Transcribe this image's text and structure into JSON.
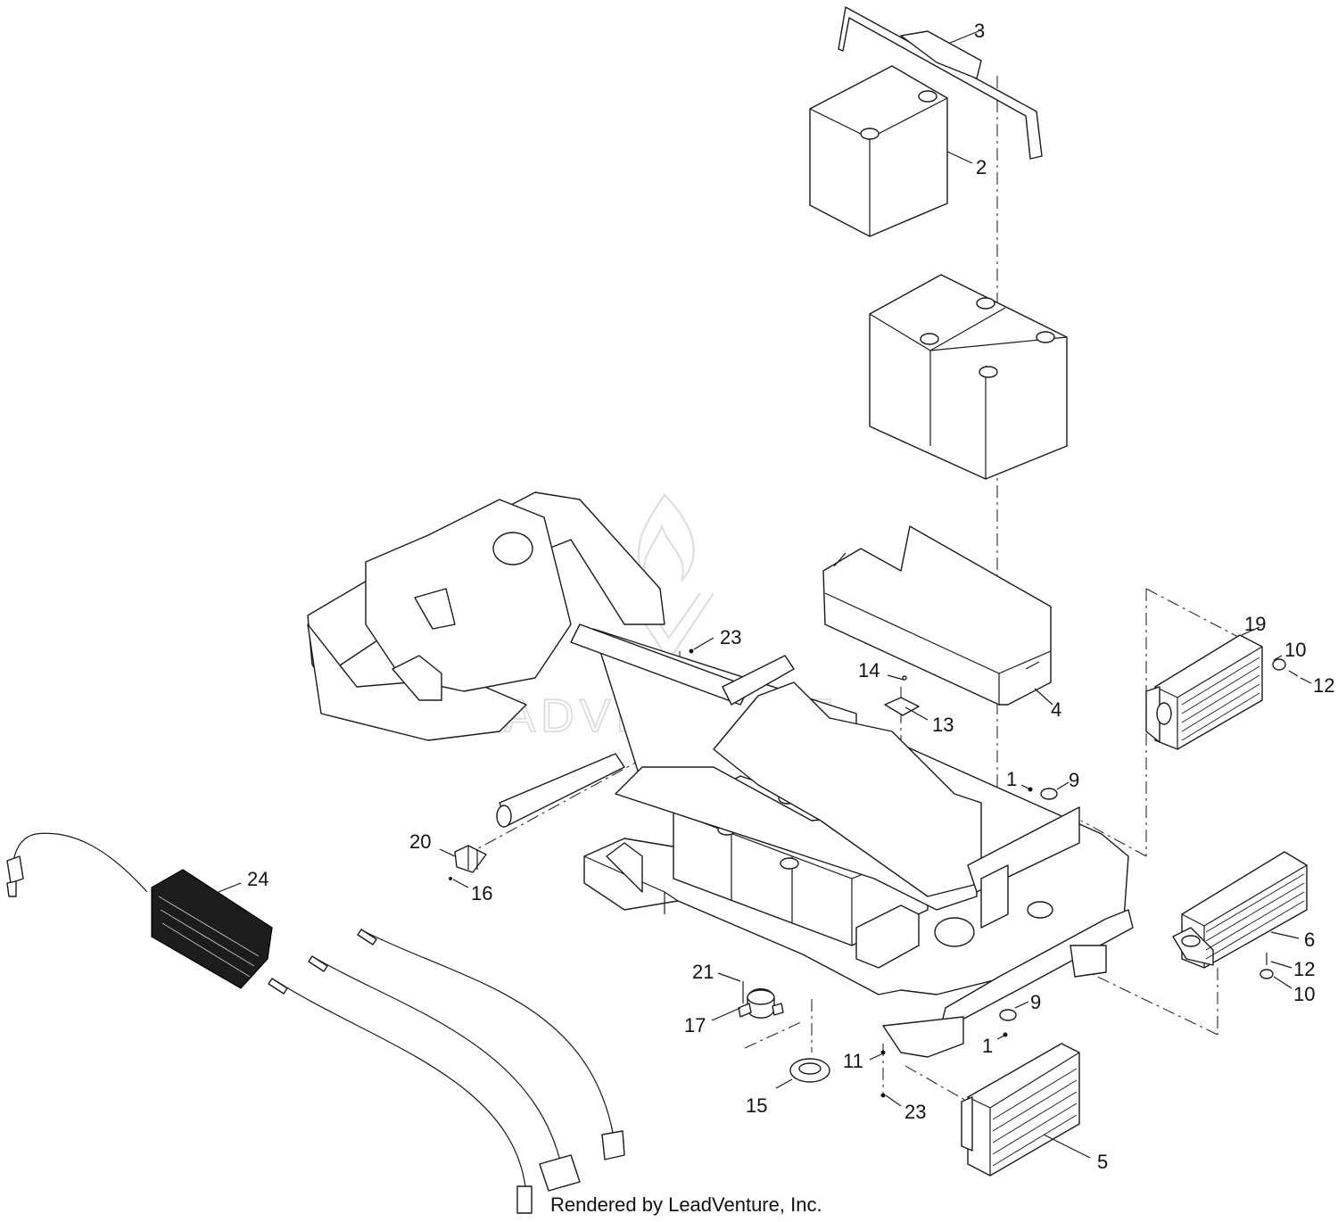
{
  "callouts": {
    "c1a": "1",
    "c1b": "1",
    "c2": "2",
    "c3": "3",
    "c4": "4",
    "c5": "5",
    "c6": "6",
    "c9a": "9",
    "c9b": "9",
    "c10a": "10",
    "c10b": "10",
    "c11": "11",
    "c12a": "12",
    "c12b": "12",
    "c13": "13",
    "c14": "14",
    "c15": "15",
    "c16": "16",
    "c17": "17",
    "c19": "19",
    "c20": "20",
    "c21": "21",
    "c23a": "23",
    "c23b": "23",
    "c24": "24"
  },
  "footer": {
    "rendered_by": "Rendered by LeadVenture, Inc."
  },
  "watermark": {
    "text": "LEADVENTURE"
  }
}
